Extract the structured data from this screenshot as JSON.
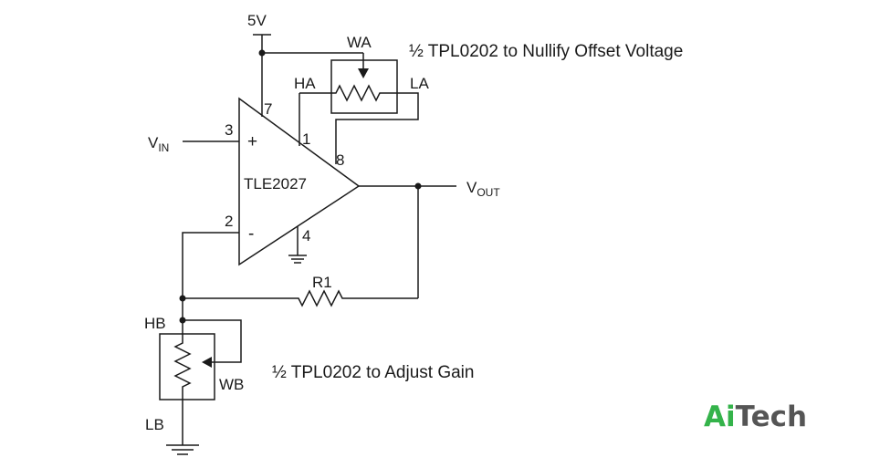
{
  "supply_label": "5V",
  "wiper_a_label": "WA",
  "high_a_label": "HA",
  "low_a_label": "LA",
  "note_offset": "½ TPL0202 to Nullify Offset Voltage",
  "opamp_label": "TLE2027",
  "vin": {
    "main": "V",
    "sub": "IN"
  },
  "vout": {
    "main": "V",
    "sub": "OUT"
  },
  "pins": {
    "p7": "7",
    "p3": "3",
    "p1": "1",
    "p8": "8",
    "p2": "2",
    "p4": "4"
  },
  "plus_sign": "+",
  "minus_sign": "-",
  "r1_label": "R1",
  "high_b_label": "HB",
  "wiper_b_label": "WB",
  "low_b_label": "LB",
  "note_gain": "½ TPL0202 to Adjust Gain",
  "logo": {
    "part1": "Ai",
    "part2": "Tech"
  },
  "colors": {
    "wire": "#1a1a1a",
    "logo_green": "#34b34a",
    "logo_gray": "#555555"
  }
}
